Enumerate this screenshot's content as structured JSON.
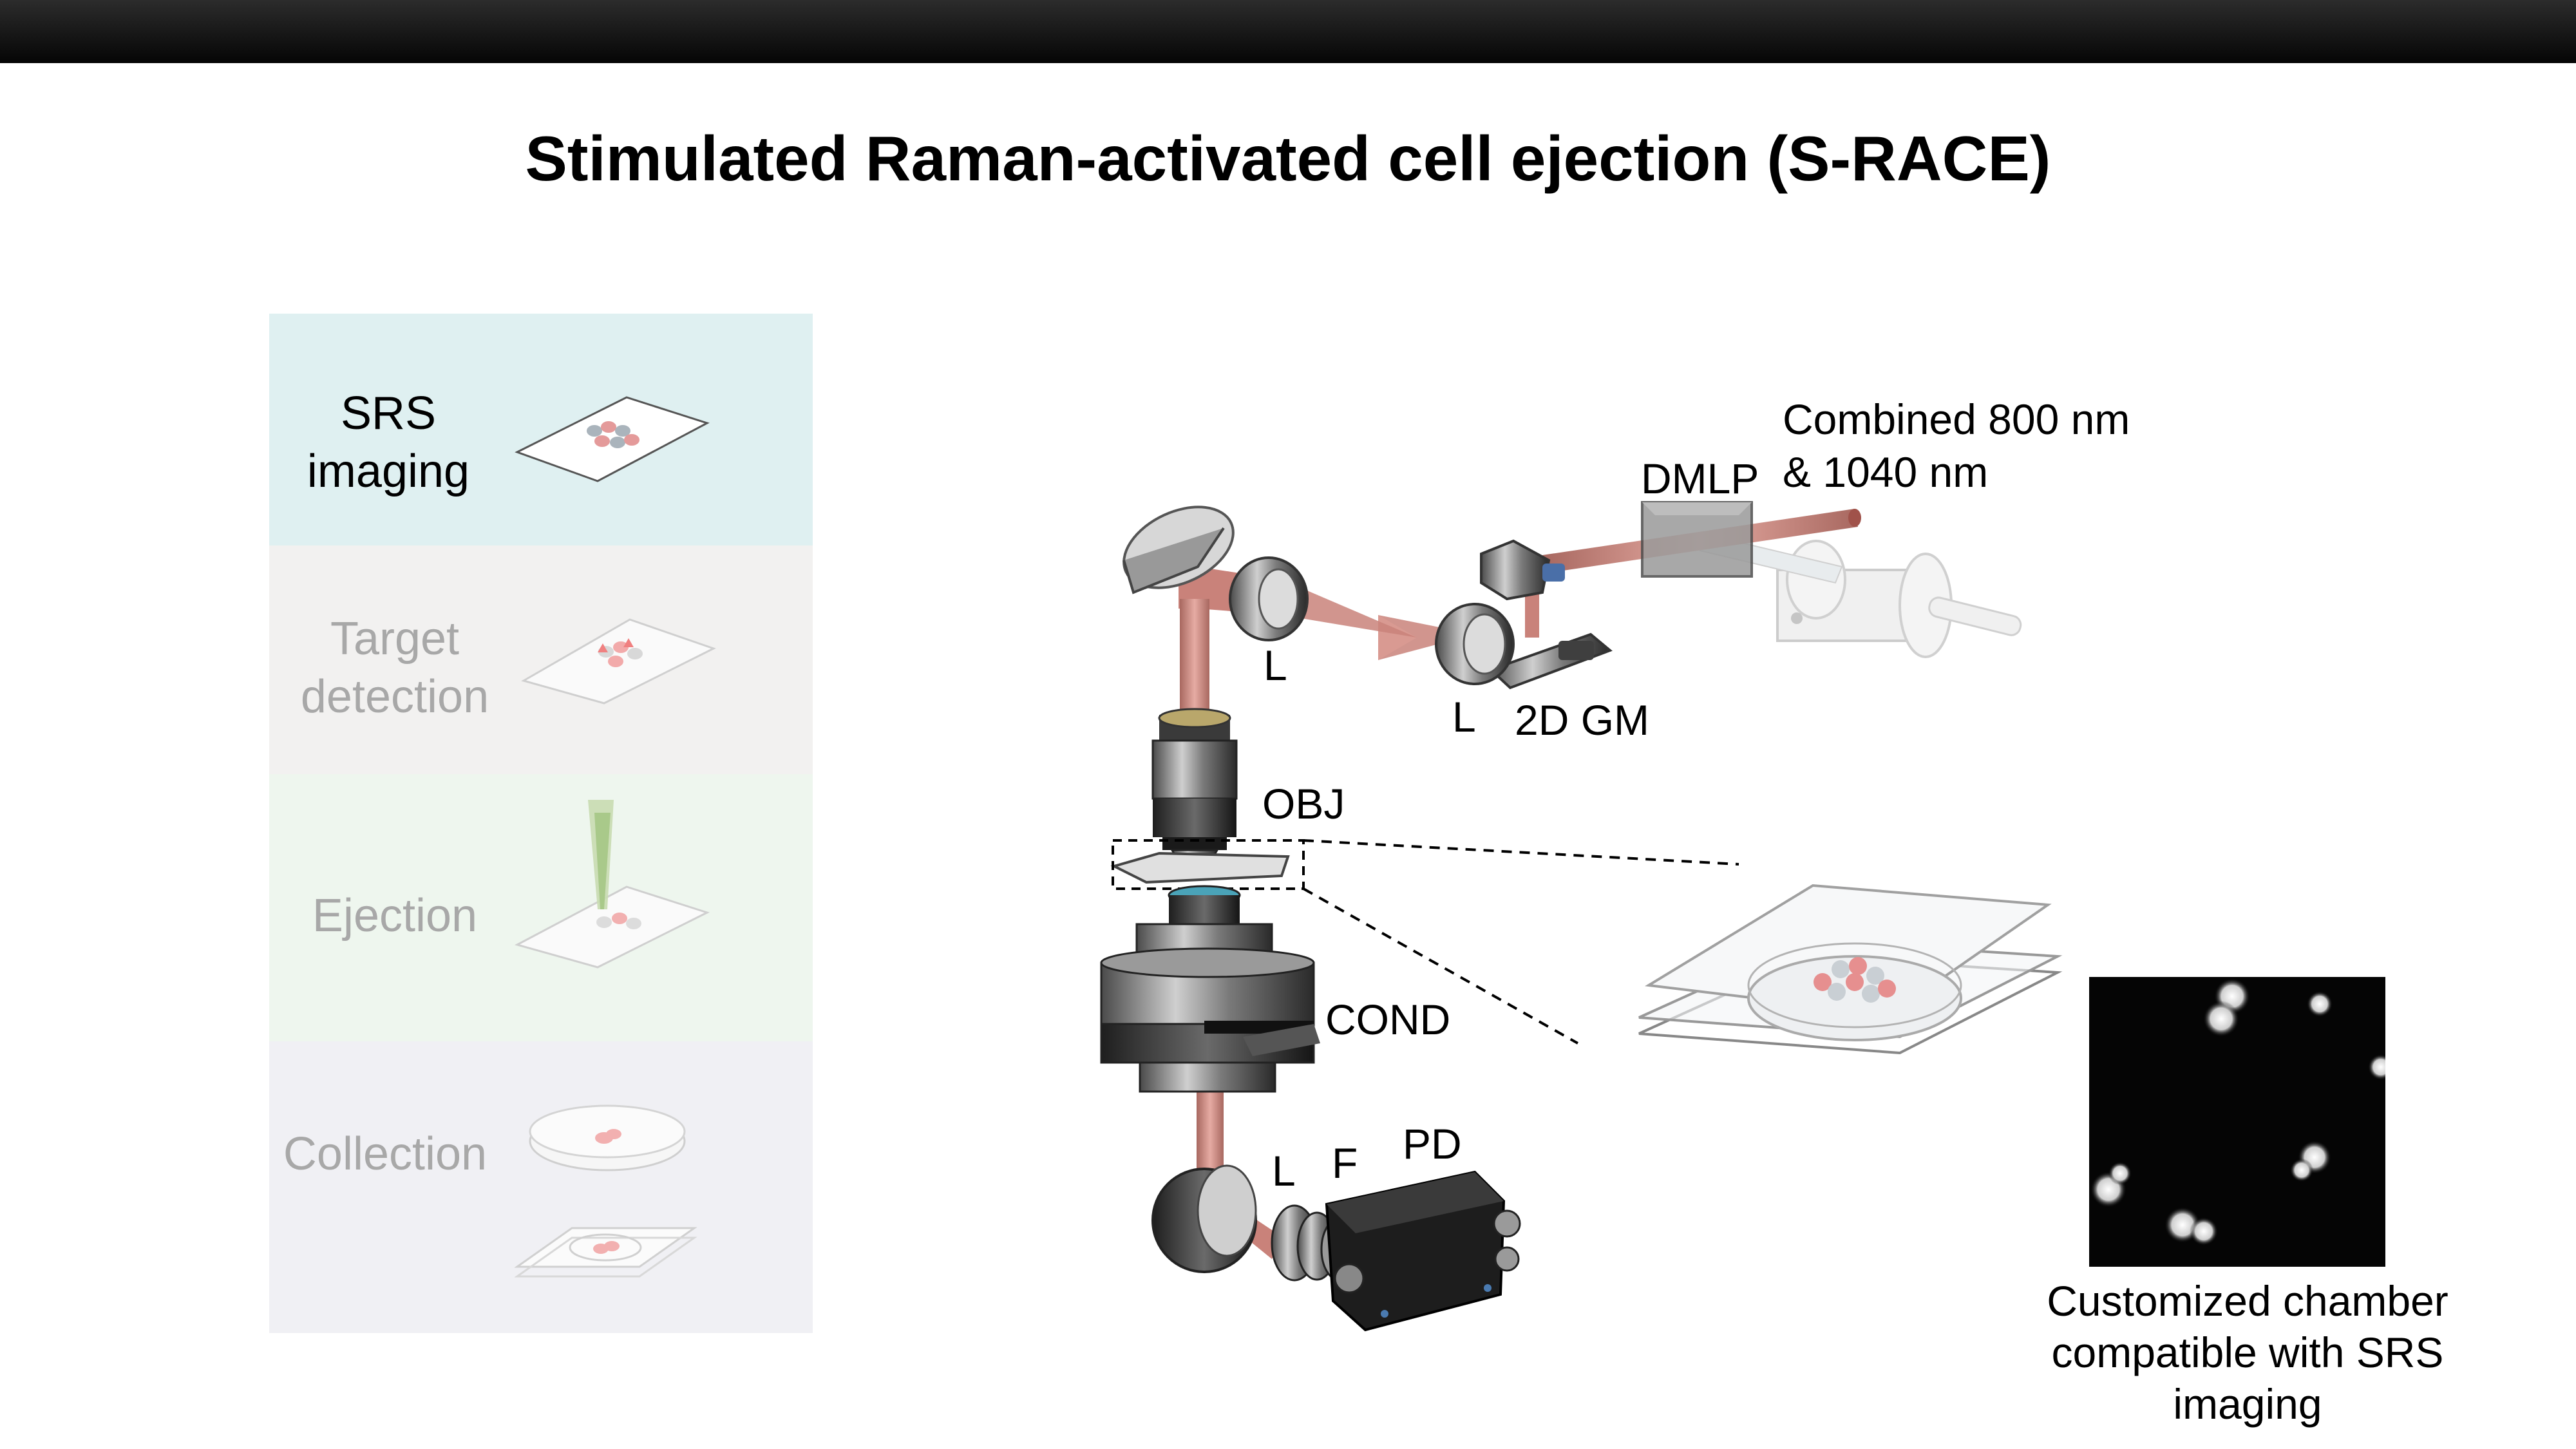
{
  "title": "Stimulated Raman-activated cell ejection (S-RACE)",
  "steps": [
    {
      "label_line1": "SRS",
      "label_line2": "imaging",
      "state": "active"
    },
    {
      "label_line1": "Target",
      "label_line2": "detection",
      "state": "inactive"
    },
    {
      "label_line1": "Ejection",
      "label_line2": "",
      "state": "inactive"
    },
    {
      "label_line1": "Collection",
      "label_line2": "",
      "state": "inactive"
    }
  ],
  "labels": {
    "source_line1": "Combined 800 nm",
    "source_line2": "& 1040 nm",
    "dmlp": "DMLP",
    "lens": "L",
    "galvo": "2D GM",
    "objective": "OBJ",
    "condenser": "COND",
    "filter": "F",
    "photodiode": "PD"
  },
  "caption": {
    "line1": "Customized chamber",
    "line2": "compatible with SRS",
    "line3": "imaging"
  },
  "colors": {
    "beam": "#c9827a",
    "panel_srs": "#dff0f1",
    "panel_target": "#f2f1f0",
    "panel_ejection": "#eef6ee",
    "panel_collection": "#f0f0f4",
    "active_text": "#000000",
    "inactive_text": "#a8a8a8"
  }
}
